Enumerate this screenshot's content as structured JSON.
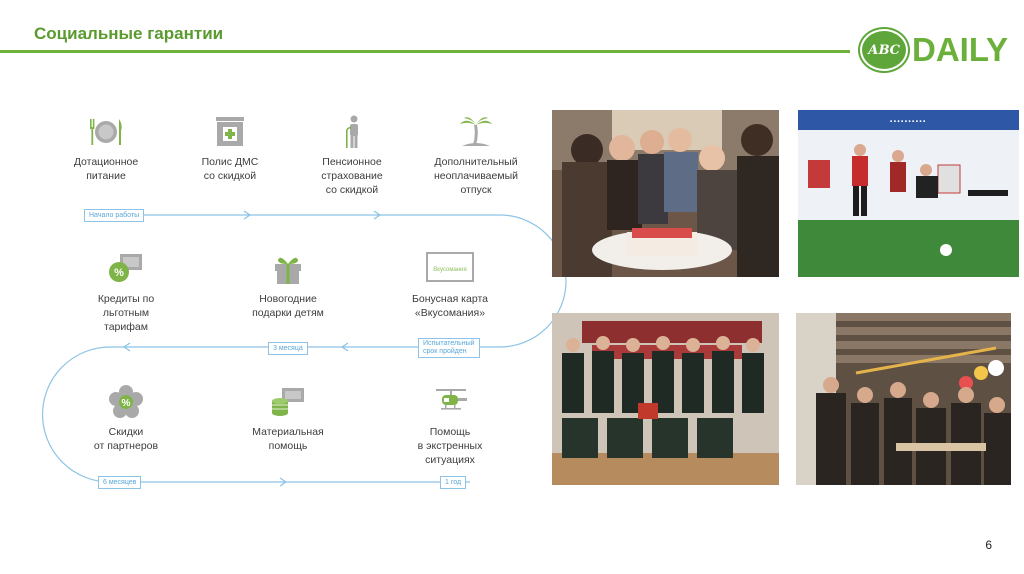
{
  "header": {
    "title": "Социальные гарантии",
    "logo_text": "DAILY",
    "logo_seal": "АВС"
  },
  "benefits": [
    {
      "id": "meals",
      "icon": "fork-plate-knife-icon",
      "lines": [
        "Дотационное",
        "питание"
      ]
    },
    {
      "id": "dms",
      "icon": "medical-cross-box-icon",
      "lines": [
        "Полис ДМС",
        "со скидкой"
      ]
    },
    {
      "id": "pension",
      "icon": "elderly-person-icon",
      "lines": [
        "Пенсионное",
        "страхование",
        "со скидкой"
      ]
    },
    {
      "id": "vacation",
      "icon": "palm-tree-icon",
      "lines": [
        "Дополнительный",
        "неоплачиваемый",
        "отпуск"
      ]
    },
    {
      "id": "credits",
      "icon": "discount-card-icon",
      "lines": [
        "Кредиты по",
        "льготным",
        "тарифам"
      ]
    },
    {
      "id": "gifts",
      "icon": "gift-box-icon",
      "lines": [
        "Новогодние",
        "подарки детям"
      ]
    },
    {
      "id": "bonus",
      "icon": "bonus-card-icon",
      "lines": [
        "Бонусная карта",
        "«Вкусомания»"
      ]
    },
    {
      "id": "partners",
      "icon": "flower-discount-icon",
      "lines": [
        "Скидки",
        "от партнеров"
      ]
    },
    {
      "id": "material",
      "icon": "coins-banknote-icon",
      "lines": [
        "Материальная",
        "помощь"
      ]
    },
    {
      "id": "emergency",
      "icon": "helicopter-icon",
      "lines": [
        "Помощь",
        "в экстренных",
        "ситуациях"
      ]
    }
  ],
  "bonus_card_text": "Вкусомания",
  "stages": {
    "start": "Начало работы",
    "three_months": "3 месяца",
    "probation_line1": "Испытательный",
    "probation_line2": "срок пройден",
    "six_months": "6 месяцев",
    "one_year": "1 год"
  },
  "colors": {
    "brand_green": "#6fb13a",
    "title_green": "#5a9a2e",
    "track_blue": "#8cc3e6",
    "icon_gray": "#a9a9a9",
    "icon_green": "#7fb548"
  },
  "photos": [
    {
      "id": "birthday-party"
    },
    {
      "id": "football-match"
    },
    {
      "id": "volleyball-team"
    },
    {
      "id": "office-celebration"
    }
  ],
  "page_number": "6"
}
